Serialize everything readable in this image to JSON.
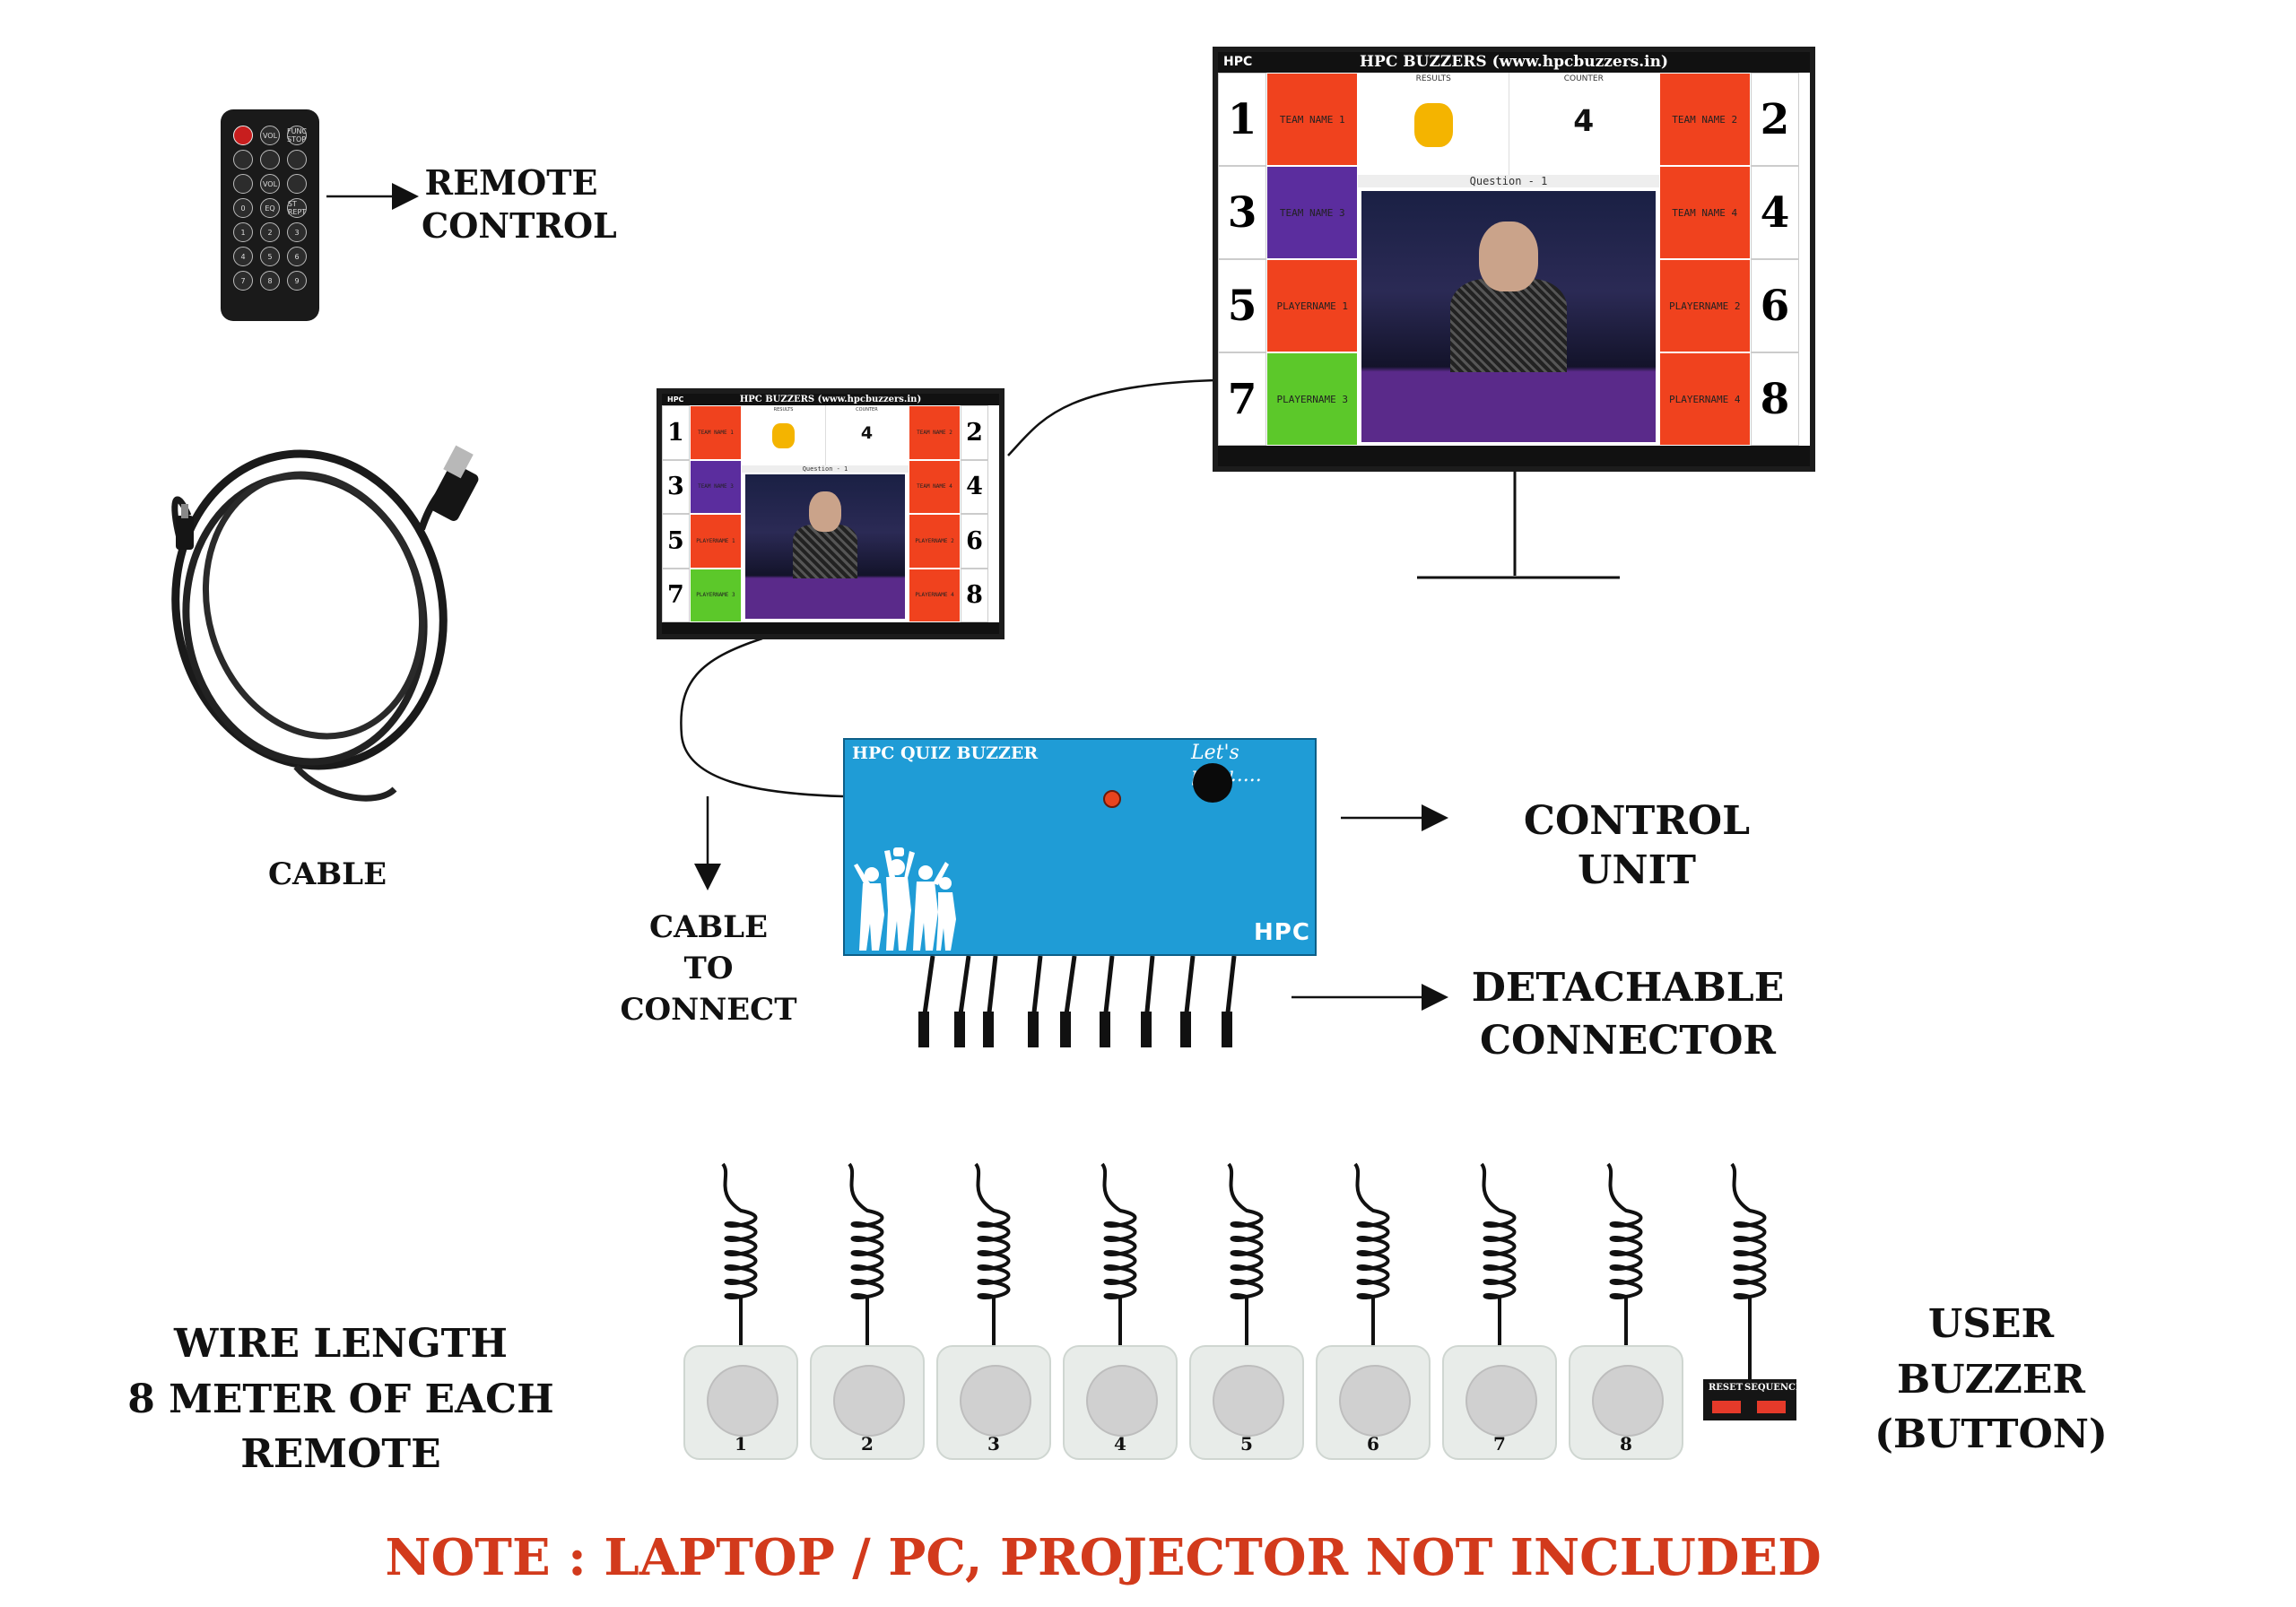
{
  "labels": {
    "remote_control": [
      "REMOTE",
      "CONTROL"
    ],
    "cable": "CABLE",
    "cable_to_connect": [
      "CABLE",
      "TO CONNECT"
    ],
    "control_unit": "CONTROL UNIT",
    "detachable_connector": [
      "DETACHABLE",
      "CONNECTOR"
    ],
    "wire_length": [
      "WIRE LENGTH",
      "8 METER OF EACH REMOTE"
    ],
    "user_buzzer": [
      "USER BUZZER",
      "(BUTTON)"
    ],
    "note": "NOTE : LAPTOP / PC, PROJECTOR NOT INCLUDED"
  },
  "colors": {
    "note": "#d23a1c",
    "unit_blue": "#1f9cd6",
    "team_red": "#f0421e",
    "team_purple": "#5b2d9e",
    "team_green": "#5cc82a"
  },
  "remote": {
    "buttons": [
      "",
      "VOL",
      "FUNC STOP",
      "",
      "",
      "",
      "",
      "VOL",
      "",
      "0",
      "EQ",
      "ST REPT",
      "1",
      "2",
      "3",
      "4",
      "5",
      "6",
      "7",
      "8",
      "9"
    ]
  },
  "screen": {
    "title": "HPC BUZZERS (www.hpcbuzzers.in)",
    "logo": "HPC",
    "results_label": "RESULTS",
    "counter_label": "COUNTER",
    "counter_value": "4",
    "question_label": "Question - 1",
    "teams_left": [
      {
        "num": "1",
        "name": "TEAM NAME 1",
        "color": "#f0421e"
      },
      {
        "num": "3",
        "name": "TEAM NAME 3",
        "color": "#5b2d9e"
      },
      {
        "num": "5",
        "name": "PLAYERNAME 1",
        "color": "#f0421e"
      },
      {
        "num": "7",
        "name": "PLAYERNAME 3",
        "color": "#5cc82a"
      }
    ],
    "teams_right": [
      {
        "num": "2",
        "name": "TEAM NAME 2",
        "color": "#f0421e"
      },
      {
        "num": "4",
        "name": "TEAM NAME 4",
        "color": "#f0421e"
      },
      {
        "num": "6",
        "name": "PLAYERNAME 2",
        "color": "#f0421e"
      },
      {
        "num": "8",
        "name": "PLAYERNAME 4",
        "color": "#f0421e"
      }
    ]
  },
  "unit": {
    "brand": "HPC QUIZ BUZZER",
    "tagline": "Let's play.....",
    "logo": "HPC"
  },
  "buzzers": [
    "1",
    "2",
    "3",
    "4",
    "5",
    "6",
    "7",
    "8"
  ],
  "reset_labels": [
    "RESET",
    "SEQUENCE"
  ]
}
